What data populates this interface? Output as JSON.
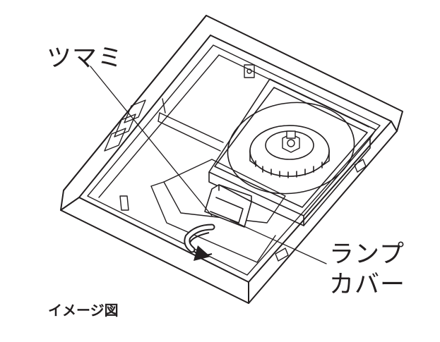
{
  "labels": {
    "knob": "ツマミ",
    "lamp_cover_line1": "ランプ",
    "lamp_cover_line2": "カバー"
  },
  "caption": "イメージ図",
  "colors": {
    "ink": "#231f20",
    "background": "#ffffff"
  },
  "icons": [
    "rotation-arrow-icon",
    "fan-knob-icon",
    "screw-icon"
  ]
}
